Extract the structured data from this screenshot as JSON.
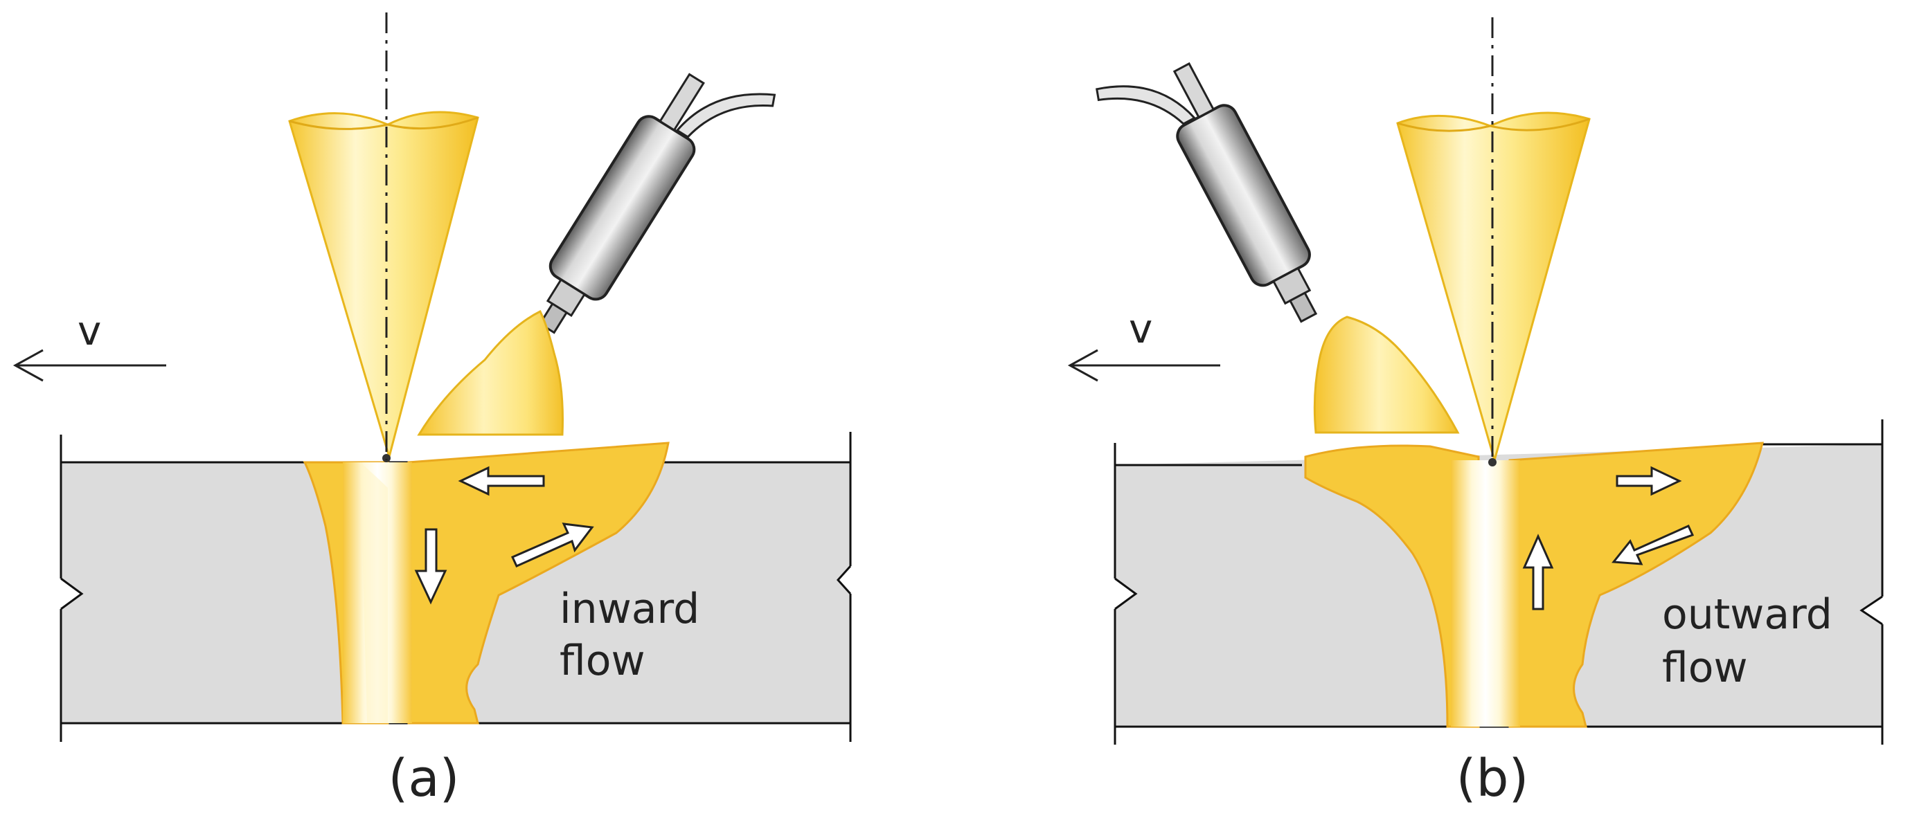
{
  "panels": [
    {
      "id": "a",
      "velocity_label": "v",
      "flow_label_line1": "inward",
      "flow_label_line2": "flow",
      "caption": "(a)"
    },
    {
      "id": "b",
      "velocity_label": "v",
      "flow_label_line1": "outward",
      "flow_label_line2": "flow",
      "caption": "(b)"
    }
  ],
  "colors": {
    "workpiece": "#dcdcdc",
    "molten_pool": "#f7c93a",
    "pool_edge": "#eaa91f",
    "keyhole": "#fffbe6",
    "beam": "#f9d545",
    "beam_light": "#fff6c4",
    "torch_body": "#9a9a9a"
  }
}
